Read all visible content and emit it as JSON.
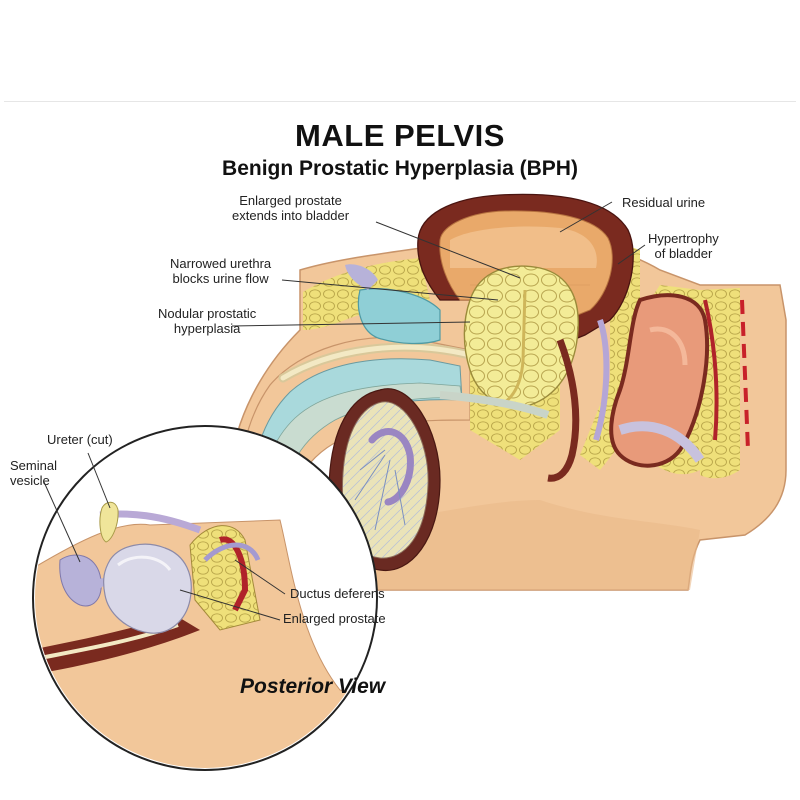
{
  "title": "MALE PELVIS",
  "subtitle": "Benign Prostatic Hyperplasia (BPH)",
  "labels": {
    "enlarged_prostate_bladder": [
      "Enlarged prostate",
      "extends into bladder"
    ],
    "residual_urine": "Residual urine",
    "hypertrophy": [
      "Hypertrophy",
      "of bladder"
    ],
    "narrowed_urethra": [
      "Narrowed urethra",
      "blocks urine flow"
    ],
    "nodular": [
      "Nodular prostatic",
      "hyperplasia"
    ],
    "ureter": "Ureter (cut)",
    "seminal": [
      "Seminal",
      "vesicle"
    ],
    "ductus": "Ductus deferens",
    "enlarged_prostate_inset": "Enlarged prostate"
  },
  "inset_caption": "Posterior View",
  "colors": {
    "skin": "#f2c79a",
    "fat": "#efe07a",
    "muscle": "#7a2a1f",
    "bladder_urine": "#e9a96a",
    "prostate": "#f3ec97",
    "rectum": "#e89a7a",
    "bone": "#c9dcd0",
    "cartilage": "#a9d9dc",
    "vessel_purple": "#b9a9d6"
  }
}
